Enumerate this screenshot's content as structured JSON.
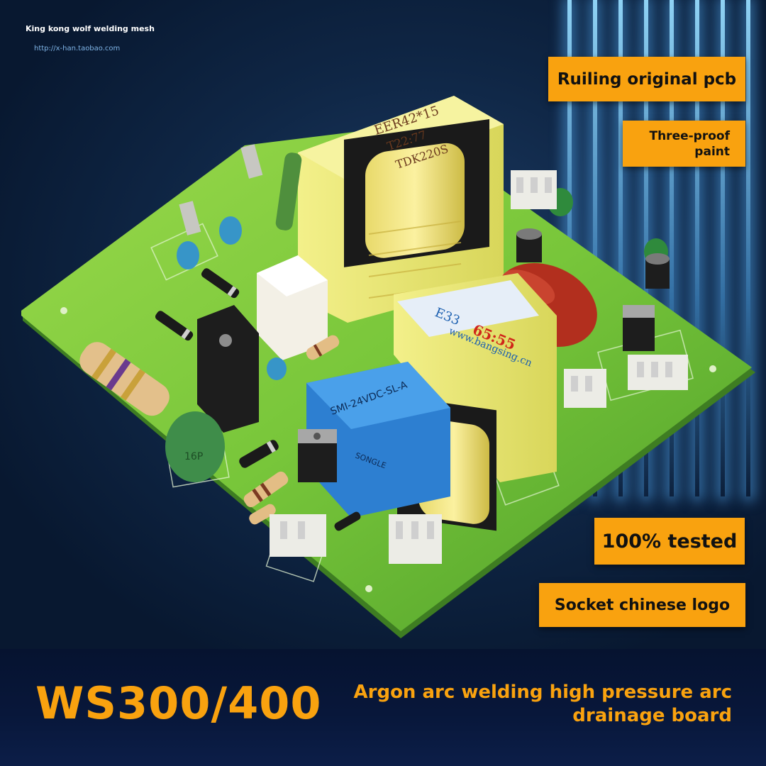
{
  "watermark": {
    "title": "King kong wolf welding mesh",
    "url": "http://x-han.taobao.com"
  },
  "features": [
    {
      "label": "Ruiling original pcb"
    },
    {
      "label": "Three-proof paint"
    },
    {
      "label": "100% tested"
    },
    {
      "label": "Socket chinese logo"
    }
  ],
  "product": {
    "model": "WS300/400",
    "description": "Argon arc welding high pressure arc drainage board"
  },
  "components": {
    "transformer_large_label": "EER42*15",
    "transformer_large_code": "T22:77",
    "transformer_large_mark": "TDK220S",
    "transformer_small_model": "E33",
    "transformer_small_code": "65:55",
    "transformer_small_url": "www.bangsing.cn",
    "relay_model": "SMI-24VDC-SL-A",
    "relay_brand": "SONGLE",
    "varistor_label": "16P"
  },
  "colors": {
    "accent": "#f9a20f",
    "pcb_green": "#7fcf3e",
    "background": "#0f2645"
  }
}
